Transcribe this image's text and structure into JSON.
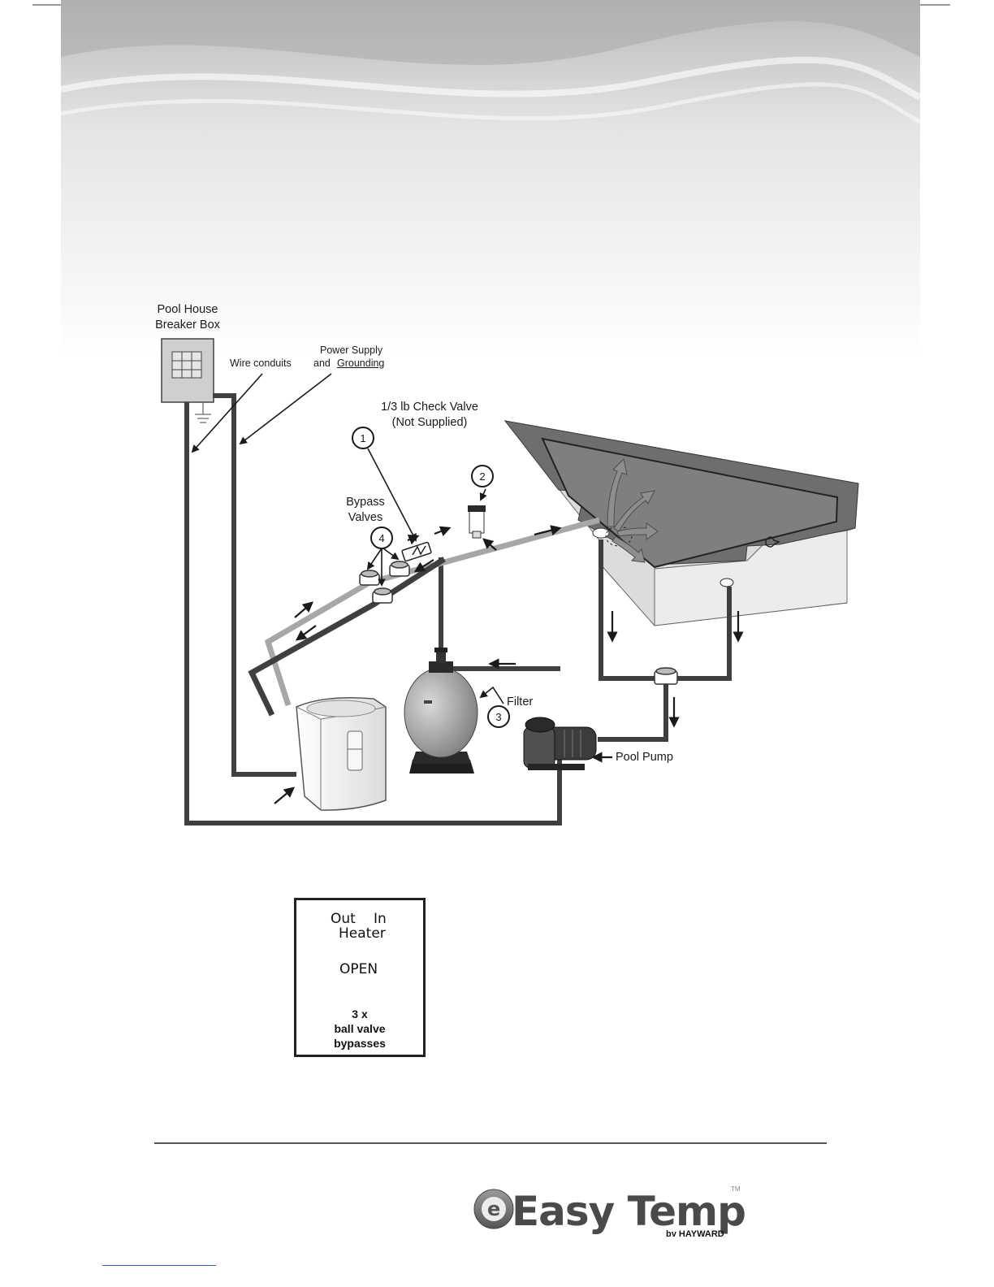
{
  "labels": {
    "breaker_box": "Pool House\nBreaker Box",
    "wire_conduits": "Wire  conduits",
    "power_supply": "Power Supply",
    "and": "and",
    "grounding": "Grounding",
    "check_valve": "1/3 lb Check Valve\n(Not Supplied)",
    "bypass_valves": "Bypass\nValves",
    "filter": "Filter",
    "pool_pump": "Pool Pump",
    "callouts": [
      "1",
      "2",
      "3",
      "4"
    ]
  },
  "legend": {
    "out": "Out",
    "in": "In",
    "heater": "Heater",
    "open": "OPEN",
    "caption": "3 x\nball valve\nbypasses"
  },
  "logo": {
    "brand": "Easy Temp",
    "by": "by HAYWARD",
    "tm": "TM"
  }
}
